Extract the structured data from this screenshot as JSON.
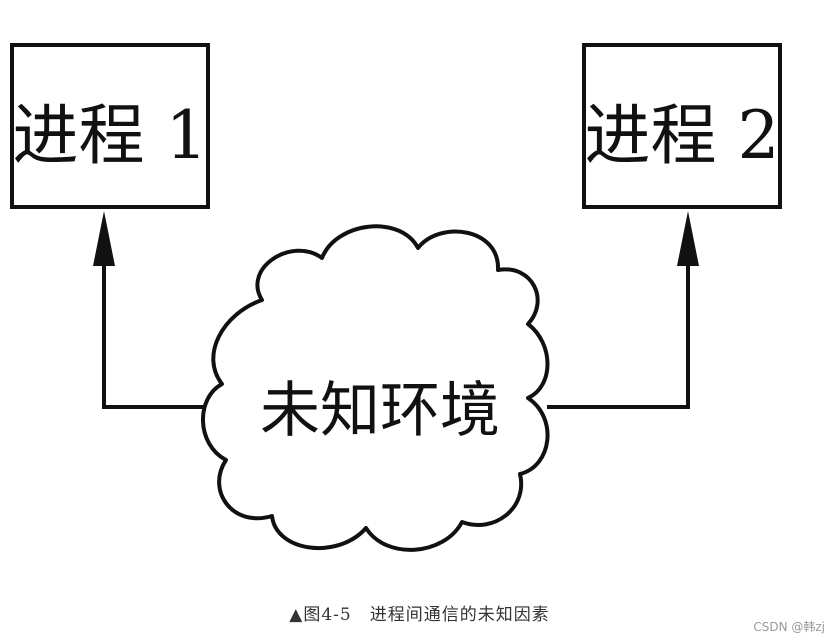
{
  "diagram": {
    "process1_label": "进程 1",
    "process2_label": "进程 2",
    "environment_label": "未知环境"
  },
  "caption": "▲图4-5　进程间通信的未知因素",
  "watermark": "CSDN @韩zj",
  "colors": {
    "stroke": "#111111",
    "background": "#ffffff",
    "caption": "#333333",
    "watermark": "#9a9a9a"
  }
}
